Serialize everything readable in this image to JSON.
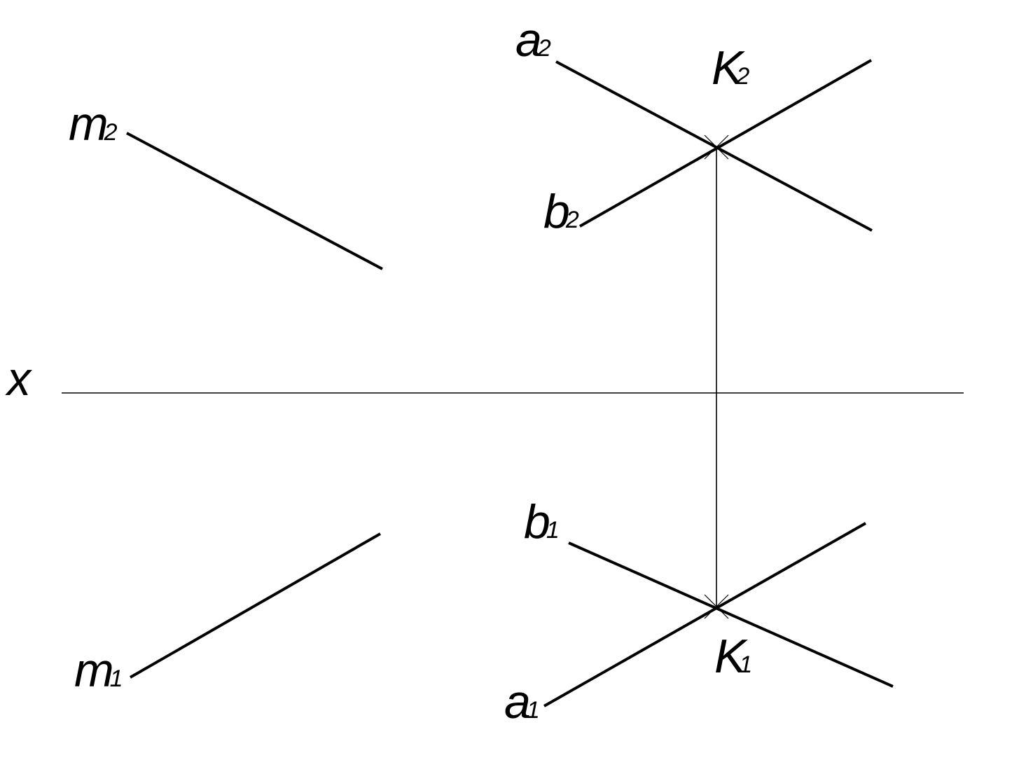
{
  "labels": {
    "x_axis": "x",
    "m2": {
      "base": "m",
      "sub": "2"
    },
    "m1": {
      "base": "m",
      "sub": "1"
    },
    "a2": {
      "base": "a",
      "sub": "2"
    },
    "a1": {
      "base": "a",
      "sub": "1"
    },
    "b2": {
      "base": "b",
      "sub": "2"
    },
    "b1": {
      "base": "b",
      "sub": "1"
    },
    "K2": {
      "base": "K",
      "sub": "2"
    },
    "K1": {
      "base": "K",
      "sub": "1"
    }
  },
  "colors": {
    "ink": "#000000",
    "background": "#ffffff"
  }
}
